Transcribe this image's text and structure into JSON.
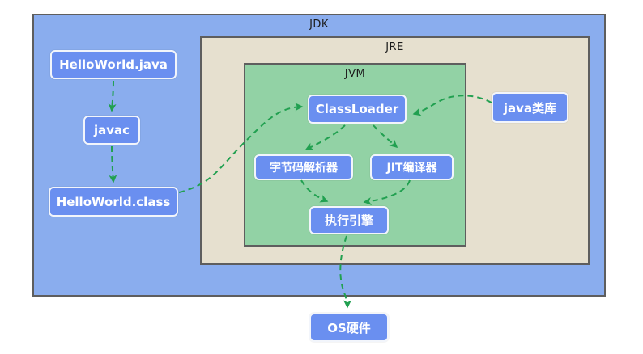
{
  "colors": {
    "jdk_fill": "#8aadee",
    "jre_fill": "#e6e0cf",
    "jvm_fill": "#92d2a5",
    "container_border": "#5e5e5e",
    "container_label": "#1c1c1c",
    "node_fill": "#6a8ff0",
    "node_border": "#f2f5fb",
    "node_text": "#ffffff",
    "arrow": "#21a050"
  },
  "diagram": {
    "containers": {
      "jdk": {
        "label": "JDK"
      },
      "jre": {
        "label": "JRE"
      },
      "jvm": {
        "label": "JVM"
      }
    },
    "nodes": {
      "helloworld_java": {
        "label": "HelloWorld.java"
      },
      "javac": {
        "label": "javac"
      },
      "helloworld_class": {
        "label": "HelloWorld.class"
      },
      "classloader": {
        "label": "ClassLoader"
      },
      "java_lib": {
        "label": "java类库"
      },
      "bytecode_parser": {
        "label": "字节码解析器"
      },
      "jit_compiler": {
        "label": "JIT编译器"
      },
      "exec_engine": {
        "label": "执行引擎"
      },
      "os_hardware": {
        "label": "OS硬件"
      }
    },
    "edges": [
      {
        "from": "HelloWorld.java",
        "to": "javac",
        "style": "dashed-arrow"
      },
      {
        "from": "javac",
        "to": "HelloWorld.class",
        "style": "dashed-arrow"
      },
      {
        "from": "HelloWorld.class",
        "to": "ClassLoader",
        "style": "dashed-arrow"
      },
      {
        "from": "java类库",
        "to": "ClassLoader",
        "style": "dashed-arrow"
      },
      {
        "from": "ClassLoader",
        "to": "字节码解析器",
        "style": "dashed-arrow"
      },
      {
        "from": "ClassLoader",
        "to": "JIT编译器",
        "style": "dashed-arrow"
      },
      {
        "from": "字节码解析器",
        "to": "执行引擎",
        "style": "dashed-arrow"
      },
      {
        "from": "JIT编译器",
        "to": "执行引擎",
        "style": "dashed-arrow"
      },
      {
        "from": "执行引擎",
        "to": "OS硬件",
        "style": "dashed-arrow"
      }
    ]
  }
}
